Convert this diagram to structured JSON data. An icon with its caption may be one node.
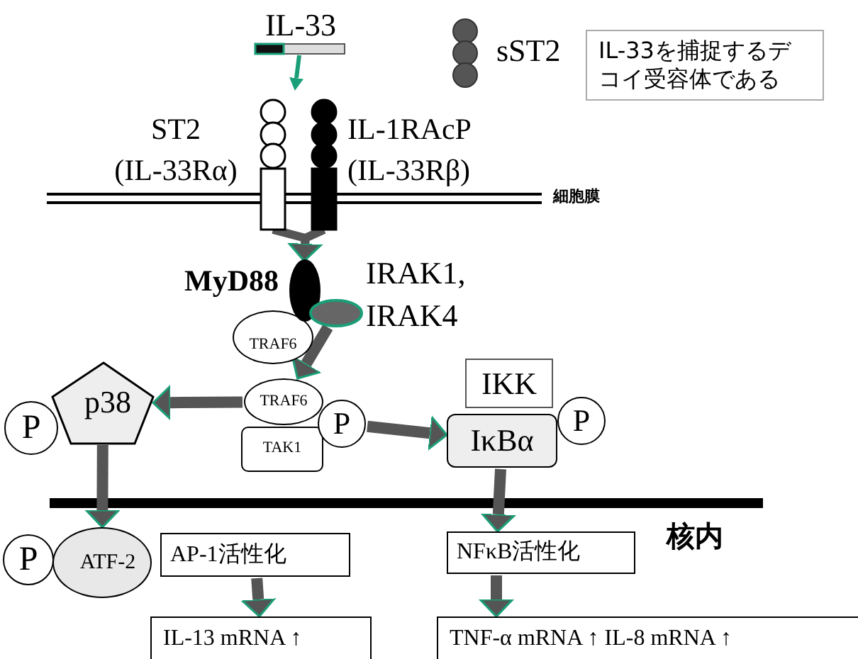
{
  "diagram": {
    "nodes": [
      {
        "text": [
          "IL-33"
        ]
      },
      {
        "text": [
          "ST2 (IL-33Rα)"
        ]
      },
      {
        "text": [
          "IL-1RAcP (IL-33Rβ)"
        ]
      },
      {
        "text": [
          "sST2"
        ]
      },
      {
        "text": [
          "IL-33を捕捉するデコイ受容体である"
        ]
      },
      {
        "text": [
          "MyD88"
        ]
      },
      {
        "text": [
          "IRAK1, IRAK4"
        ]
      },
      {
        "text": [
          "TRAF6"
        ]
      },
      {
        "text": [
          "TRAF6"
        ]
      },
      {
        "text": [
          "TAK1"
        ]
      },
      {
        "text": [
          "P"
        ]
      },
      {
        "text": [
          "p38"
        ]
      },
      {
        "text": [
          "P"
        ]
      },
      {
        "text": [
          "IKK"
        ]
      },
      {
        "text": [
          "IκBα"
        ]
      },
      {
        "text": [
          "P"
        ]
      },
      {
        "text": [
          "ATF-2"
        ]
      },
      {
        "text": [
          "P"
        ]
      },
      {
        "text": [
          "AP-1活性化"
        ]
      },
      {
        "text": [
          "NFκB活性化"
        ]
      },
      {
        "text": [
          "IL-13 mRNA ↑"
        ]
      },
      {
        "text": [
          "TNF-α mRNA ↑ IL-8 mRNA ↑"
        ]
      }
    ],
    "edges": [
      {
        "from": 0,
        "to": 1,
        "arrow": "to",
        "color": "#1a9e77"
      },
      {
        "from": 1,
        "to": 5,
        "arrow": "to"
      },
      {
        "from": 2,
        "to": 5,
        "arrow": "to"
      },
      {
        "from": 6,
        "to": 8,
        "arrow": "to"
      },
      {
        "from": 8,
        "to": 11,
        "arrow": "to"
      },
      {
        "from": 10,
        "to": 14,
        "arrow": "to"
      },
      {
        "from": 11,
        "to": 16,
        "arrow": "to"
      },
      {
        "from": 14,
        "to": 19,
        "arrow": "to"
      },
      {
        "from": 18,
        "to": 20,
        "arrow": "to"
      },
      {
        "from": 19,
        "to": 21,
        "arrow": "to"
      }
    ],
    "labels": [
      "細胞膜",
      "核内"
    ]
  }
}
